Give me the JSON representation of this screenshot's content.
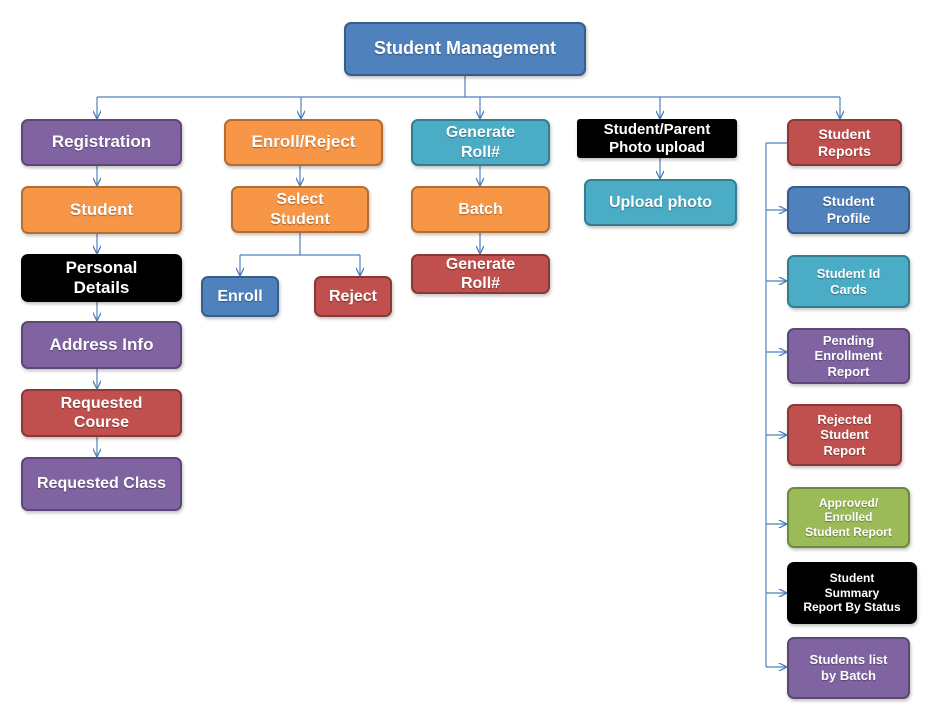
{
  "colors": {
    "line": "#4F81BD",
    "blue": "#4F81BD",
    "purple": "#8064A2",
    "orange": "#F79646",
    "teal": "#4BACC6",
    "red": "#C0504D",
    "green": "#9BBB59",
    "black": "#000000"
  },
  "root": {
    "label": "Student Management"
  },
  "registration": {
    "title": "Registration",
    "steps": [
      "Student",
      "Personal\nDetails",
      "Address Info",
      "Requested\nCourse",
      "Requested Class"
    ]
  },
  "enroll_reject": {
    "title": "Enroll/Reject",
    "select": "Select\nStudent",
    "enroll": "Enroll",
    "reject": "Reject"
  },
  "generate_roll": {
    "title": "Generate\nRoll#",
    "batch": "Batch",
    "generate": "Generate\nRoll#"
  },
  "photo_upload": {
    "title": "Student/Parent\nPhoto upload",
    "upload": "Upload photo"
  },
  "reports": {
    "title": "Student\nReports",
    "items": [
      "Student\nProfile",
      "Student Id\nCards",
      "Pending\nEnrollment\nReport",
      "Rejected\nStudent\nReport",
      "Approved/\nEnrolled\nStudent Report",
      "Student\nSummary\nReport By Status",
      "Students list\nby Batch"
    ]
  }
}
